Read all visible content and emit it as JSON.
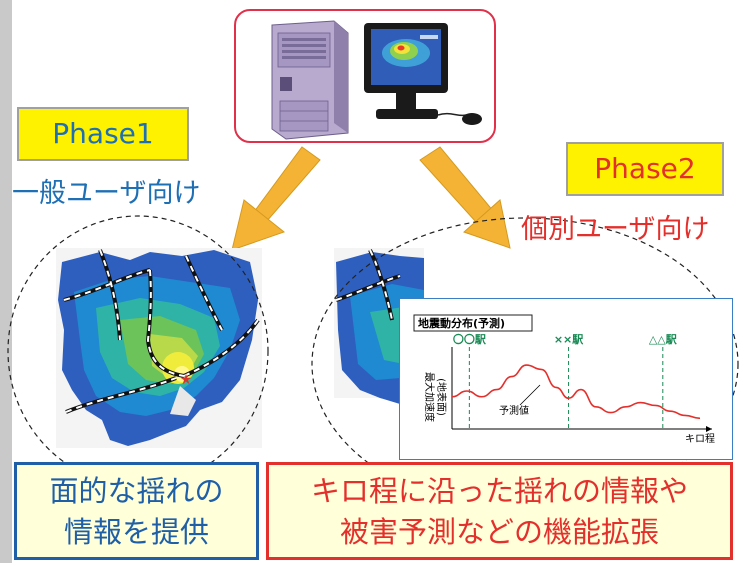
{
  "phase1": {
    "label": "Phase1",
    "audience": "一般ユーザ向け",
    "feature_line1": "面的な揺れの",
    "feature_line2": "情報を提供"
  },
  "phase2": {
    "label": "Phase2",
    "audience": "個別ユーザ向け",
    "feature_line1": "キロ程に沿った揺れの情報や",
    "feature_line2": "被害予測などの機能拡張"
  },
  "chart": {
    "title": "地震動分布(予測)",
    "stations": [
      "〇〇駅",
      "××駅",
      "△△駅"
    ],
    "ylabel_main": "最大加速度",
    "ylabel_sub": "(地表面)",
    "xlabel": "キロ程",
    "annotation": "予測値"
  },
  "colors": {
    "phase1": "#1f6fb4",
    "phase2": "#e4302c",
    "highlight": "#fff200",
    "arrow": "#f5b335"
  },
  "chart_data": {
    "type": "line",
    "title": "地震動分布(予測)",
    "xlabel": "キロ程",
    "ylabel": "最大加速度(地表面)",
    "stations": [
      {
        "name": "〇〇駅",
        "x": 0.07
      },
      {
        "name": "××駅",
        "x": 0.47
      },
      {
        "name": "△△駅",
        "x": 0.85
      }
    ],
    "x": [
      0.0,
      0.06,
      0.12,
      0.18,
      0.24,
      0.3,
      0.36,
      0.42,
      0.47,
      0.52,
      0.58,
      0.64,
      0.7,
      0.76,
      0.82,
      0.88,
      0.94,
      1.0
    ],
    "y": [
      0.42,
      0.5,
      0.42,
      0.52,
      0.7,
      0.86,
      0.8,
      0.55,
      0.4,
      0.52,
      0.28,
      0.2,
      0.28,
      0.34,
      0.3,
      0.22,
      0.16,
      0.12
    ]
  }
}
